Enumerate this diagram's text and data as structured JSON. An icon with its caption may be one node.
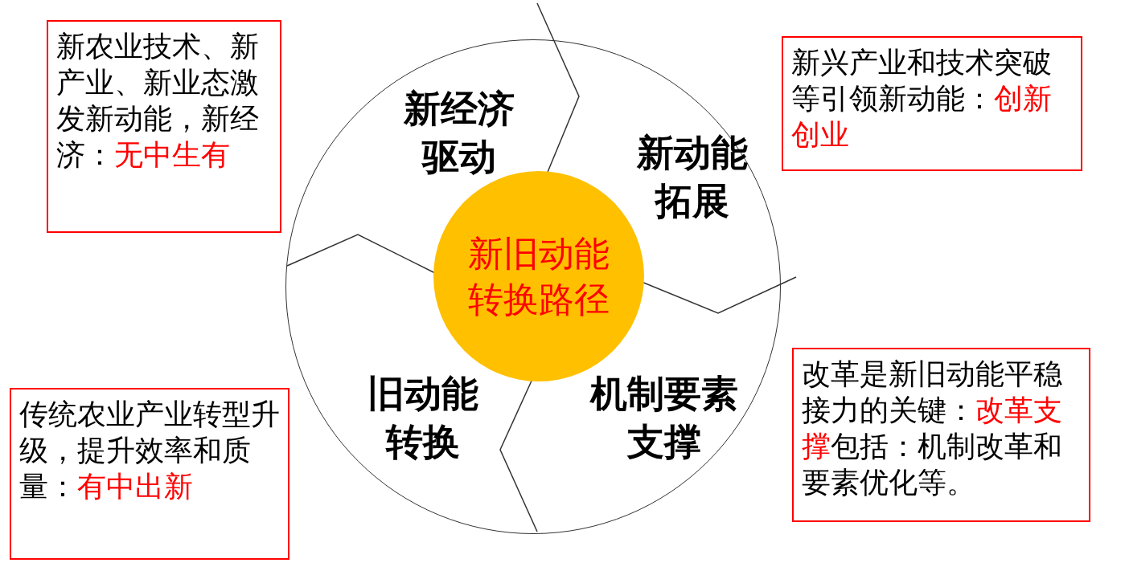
{
  "diagram": {
    "nodes": [
      {
        "text": [],
        "shape": "circle"
      },
      {
        "text": [
          "新旧动能转换路径"
        ],
        "in": 0
      },
      {
        "text": [
          "新经济驱动"
        ],
        "in": 0
      },
      {
        "text": [
          "新动能拓展"
        ],
        "in": 0
      },
      {
        "text": [
          "机制要素支撑"
        ],
        "in": 0
      },
      {
        "text": [
          "旧动能转换"
        ],
        "in": 0
      },
      {
        "text": [
          "新农业技术、新产业、新业态激发新动能，新经济：",
          "无中生有"
        ]
      },
      {
        "text": [
          "新兴产业和技术突破等引领新动能：",
          "创新创业"
        ]
      },
      {
        "text": [
          "改革是新旧动能平稳接力的关键：",
          "改革支撑",
          "包括：机制改革和要素优化等。"
        ]
      },
      {
        "text": [
          "传统农业产业转型升级，提升效率和质量：",
          "有中出新"
        ]
      }
    ]
  }
}
